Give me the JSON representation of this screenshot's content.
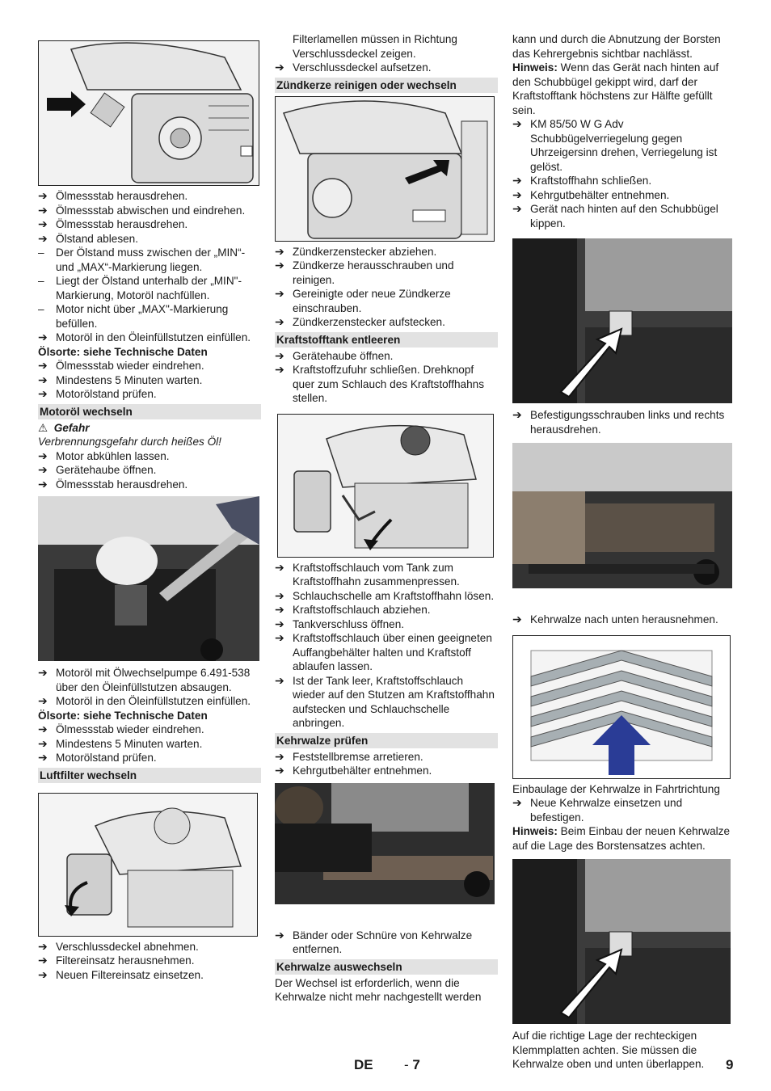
{
  "col1": {
    "steps_a": [
      "Ölmessstab herausdrehen.",
      "Ölmessstab abwischen und eindrehen.",
      "Ölmessstab herausdrehen.",
      "Ölstand ablesen."
    ],
    "dashes": [
      "Der Ölstand muss zwischen der „MIN“- und „MAX“-Markierung liegen.",
      "Liegt der Ölstand unterhalb der „MIN\"-Markierung, Motoröl nachfüllen.",
      "Motor nicht über „MAX\"-Markierung befüllen."
    ],
    "step_fill": "Motoröl in den Öleinfüllstutzen einfüllen.",
    "oil_type": "Ölsorte: siehe Technische Daten",
    "steps_b": [
      "Ölmessstab wieder eindrehen.",
      "Mindestens 5 Minuten warten.",
      "Motorölstand prüfen."
    ],
    "heading_oil_change": "Motoröl wechseln",
    "danger_symbol": "⚠",
    "danger_label": "Gefahr",
    "danger_text": "Verbrennungsgefahr durch heißes Öl!",
    "steps_c": [
      "Motor abkühlen lassen.",
      "Gerätehaube öffnen.",
      "Ölmessstab herausdrehen."
    ],
    "steps_d": [
      "Motoröl mit Ölwechselpumpe 6.491-538 über den Öleinfüllstutzen absaugen.",
      "Motoröl in den Öleinfüllstutzen einfüllen."
    ],
    "oil_type_2": "Ölsorte: siehe Technische Daten",
    "steps_e": [
      "Ölmessstab wieder eindrehen.",
      "Mindestens 5 Minuten warten.",
      "Motorölstand prüfen."
    ],
    "heading_air_filter": "Luftfilter wechseln",
    "steps_f": [
      "Verschlussdeckel abnehmen.",
      "Filtereinsatz herausnehmen.",
      "Neuen Filtereinsatz einsetzen."
    ]
  },
  "col2": {
    "cont_text": "Filterlamellen müssen in Richtung Verschlussdeckel zeigen.",
    "step_cap": "Verschlussdeckel aufsetzen.",
    "heading_spark": "Zündkerze reinigen oder wechseln",
    "steps_spark": [
      "Zündkerzenstecker abziehen.",
      "Zündkerze herausschrauben und reinigen.",
      "Gereinigte oder neue Zündkerze einschrauben.",
      "Zündkerzenstecker aufstecken."
    ],
    "heading_tank": "Kraftstofftank entleeren",
    "steps_tank_a": [
      "Gerätehaube öffnen.",
      "Kraftstoffzufuhr schließen. Drehknopf quer zum Schlauch des Kraftstoffhahns stellen."
    ],
    "steps_tank_b": [
      "Kraftstoffschlauch vom Tank zum Kraftstoffhahn zusammenpressen.",
      "Schlauchschelle am Kraftstoffhahn lösen.",
      "Kraftstoffschlauch abziehen.",
      "Tankverschluss öffnen.",
      "Kraftstoffschlauch über einen geeigneten Auffangbehälter halten und Kraftstoff ablaufen lassen.",
      "Ist der Tank leer, Kraftstoffschlauch wieder auf den Stutzen am Kraftstoffhahn aufstecken und Schlauchschelle anbringen."
    ],
    "heading_check": "Kehrwalze prüfen",
    "steps_check": [
      "Feststellbremse arretieren.",
      "Kehrgutbehälter entnehmen."
    ],
    "step_bands": "Bänder oder Schnüre von Kehrwalze entfernen.",
    "heading_replace": "Kehrwalze auswechseln",
    "replace_text": "Der Wechsel ist erforderlich, wenn die Kehrwalze nicht mehr nachgestellt werden"
  },
  "col3": {
    "cont_text": "kann und durch die Abnutzung der Borsten das Kehrergebnis sichtbar nachlässt.",
    "note_label": "Hinweis:",
    "note_text": " Wenn das Gerät nach hinten auf den Schubbügel gekippt wird, darf der Kraftstofftank höchstens zur Hälfte gefüllt sein.",
    "steps_a": [
      "KM 85/50 W G Adv Schubbügelverriegelung gegen Uhrzeigersinn drehen, Verriegelung ist gelöst.",
      "Kraftstoffhahn schließen.",
      "Kehrgutbehälter entnehmen.",
      "Gerät nach hinten auf den Schubbügel kippen."
    ],
    "step_screws": "Befestigungsschrauben links und rechts herausdrehen.",
    "step_remove": "Kehrwalze nach unten herausnehmen.",
    "caption_install": "Einbaulage der Kehrwalze in Fahrtrichtung",
    "step_insert": "Neue Kehrwalze einsetzen und befestigen.",
    "note2_label": "Hinweis:",
    "note2_text": " Beim Einbau der neuen Kehrwalze auf die Lage des Borstensatzes achten.",
    "final_text": "Auf die richtige Lage der rechteckigen Klemmplatten achten. Sie müssen die Kehrwalze oben und unten überlappen."
  },
  "footer": {
    "lang": "DE",
    "prefix": "- ",
    "page": "7",
    "sheet": "9"
  },
  "colors": {
    "heading_bg": "#e2e2e2",
    "arrow_blue": "#2a3c96"
  }
}
